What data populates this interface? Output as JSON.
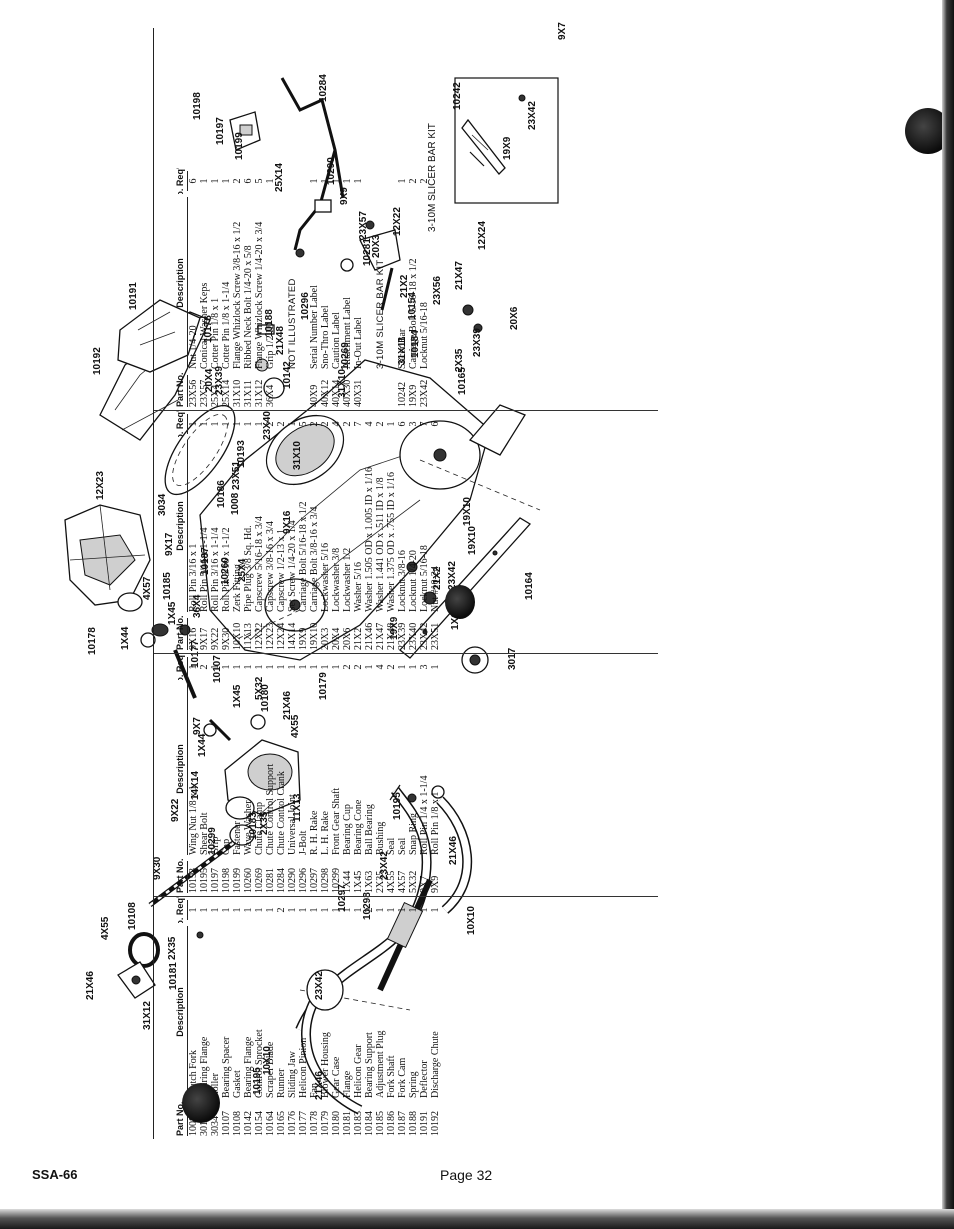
{
  "footer": {
    "doc_id": "SSA-66",
    "page_label": "Page 32"
  },
  "table": {
    "header_part": "Part No.",
    "header_desc": "Description",
    "header_qty": "No. Req'd.",
    "group1": [
      {
        "part": "1008",
        "desc": "Clutch Fork",
        "qty": "1"
      },
      {
        "part": "3017",
        "desc": "Bearing Flange",
        "qty": "1"
      },
      {
        "part": "3034",
        "desc": "Roller",
        "qty": "1"
      },
      {
        "part": "10107",
        "desc": "Bearing Spacer",
        "qty": "1"
      },
      {
        "part": "10108",
        "desc": "Gasket",
        "qty": "1"
      },
      {
        "part": "10142",
        "desc": "Bearing Flange",
        "qty": "1"
      },
      {
        "part": "10154",
        "desc": "Control Sprocket",
        "qty": "1"
      },
      {
        "part": "10164",
        "desc": "Scraper Blade",
        "qty": "1"
      },
      {
        "part": "10165",
        "desc": "Runner",
        "qty": "2"
      },
      {
        "part": "10176",
        "desc": "Sliding Jaw",
        "qty": "1"
      },
      {
        "part": "10177",
        "desc": "Helicon Pinion",
        "qty": "1"
      },
      {
        "part": "10178",
        "desc": "Fan",
        "qty": "1"
      },
      {
        "part": "10179",
        "desc": "Blower Housing",
        "qty": "1"
      },
      {
        "part": "10180",
        "desc": "Gear Case",
        "qty": "1"
      },
      {
        "part": "10181",
        "desc": "Flange",
        "qty": "1"
      },
      {
        "part": "10183",
        "desc": "Helicon Gear",
        "qty": "1"
      },
      {
        "part": "10184",
        "desc": "Bearing Support",
        "qty": "2"
      },
      {
        "part": "10185",
        "desc": "Adjustment Plug",
        "qty": "1"
      },
      {
        "part": "10186",
        "desc": "Fork Shaft",
        "qty": "1"
      },
      {
        "part": "10187",
        "desc": "Fork Cam",
        "qty": "1"
      },
      {
        "part": "10188",
        "desc": "Spring",
        "qty": "1"
      },
      {
        "part": "10191",
        "desc": "Deflector",
        "qty": "1"
      },
      {
        "part": "10192",
        "desc": "Discharge Chute",
        "qty": "1"
      }
    ],
    "group2": [
      {
        "part": "10193",
        "desc": "Wing Nut 1/8 x 1",
        "qty": "1"
      },
      {
        "part": "10195",
        "desc": "Shear Bolt",
        "qty": "2"
      },
      {
        "part": "10197",
        "desc": "Grip",
        "qty": "1"
      },
      {
        "part": "10198",
        "desc": "Cap",
        "qty": "1"
      },
      {
        "part": "10199",
        "desc": "Fastener",
        "qty": "1"
      },
      {
        "part": "10260",
        "desc": "Wave Washer",
        "qty": "1"
      },
      {
        "part": "10269",
        "desc": "Chute Clamp",
        "qty": "1"
      },
      {
        "part": "10281",
        "desc": "Chute Control Support",
        "qty": "1"
      },
      {
        "part": "10284",
        "desc": "Chute Control Crank",
        "qty": "1"
      },
      {
        "part": "10290",
        "desc": "Universal Joint",
        "qty": "1"
      },
      {
        "part": "10296",
        "desc": "J-Bolt",
        "qty": "1"
      },
      {
        "part": "10297",
        "desc": "R. H. Rake",
        "qty": "1"
      },
      {
        "part": "10298",
        "desc": "L. H. Rake",
        "qty": "1"
      },
      {
        "part": "10299",
        "desc": "Front Gear Shaft",
        "qty": "1"
      },
      {
        "part": "1X44",
        "desc": "Bearing Cup",
        "qty": "2"
      },
      {
        "part": "1X45",
        "desc": "Bearing Cone",
        "qty": "2"
      },
      {
        "part": "1X63",
        "desc": "Ball Bearing",
        "qty": "1"
      },
      {
        "part": "2X35",
        "desc": "Bushing",
        "qty": "4"
      },
      {
        "part": "4X55",
        "desc": "Seal",
        "qty": "2"
      },
      {
        "part": "4X57",
        "desc": "Seal",
        "qty": "1"
      },
      {
        "part": "5X32",
        "desc": "Snap Ring",
        "qty": "1"
      },
      {
        "part": "9X7",
        "desc": "Roll Pin 1/4 x 1-1/4",
        "qty": "3"
      },
      {
        "part": "9X9",
        "desc": "Roll Pin 1/8 x 1",
        "qty": "1"
      }
    ],
    "group3": [
      {
        "part": "9X16",
        "desc": "Roll Pin 3/16 x 1",
        "qty": "1"
      },
      {
        "part": "9X17",
        "desc": "Roll Pin 5/16 x 1-1/4",
        "qty": "1"
      },
      {
        "part": "9X22",
        "desc": "Roll Pin 3/16 x 1-1/4",
        "qty": "1"
      },
      {
        "part": "9X30",
        "desc": "Roll Pin 3/16 x 1-1/2",
        "qty": "1"
      },
      {
        "part": "10X10",
        "desc": "Zerk Fitting",
        "qty": "1"
      },
      {
        "part": "11X13",
        "desc": "Pipe Plug 3/8 Sq. Hd.",
        "qty": "1"
      },
      {
        "part": "12X22",
        "desc": "Capscrew 5/16-18 x 3/4",
        "qty": "1"
      },
      {
        "part": "12X23",
        "desc": "Capscrew 3/8-16 x 3/4",
        "qty": "2"
      },
      {
        "part": "12X24",
        "desc": "Capscrew 1/2-13 x 1",
        "qty": "2"
      },
      {
        "part": "14X14",
        "desc": "Set Screw 1/4-20 x 1/4",
        "qty": "1"
      },
      {
        "part": "19X9",
        "desc": "Carriage Bolt 5/16-18 x 1/2",
        "qty": "5"
      },
      {
        "part": "19X10",
        "desc": "Carriage Bolt 3/8-16 x 3/4",
        "qty": "2"
      },
      {
        "part": "20X3",
        "desc": "Lockwasher 5/16",
        "qty": "2"
      },
      {
        "part": "20X4",
        "desc": "Lockwasher 3/8",
        "qty": "4"
      },
      {
        "part": "20X6",
        "desc": "Lockwasher 1/2",
        "qty": "2"
      },
      {
        "part": "21X2",
        "desc": "Washer 5/16",
        "qty": "7"
      },
      {
        "part": "21X46",
        "desc": "Washer 1.505 OD x 1.005 ID x 1/16",
        "qty": "4"
      },
      {
        "part": "21X47",
        "desc": "Washer 1.441 OD x .511 ID x 1/8",
        "qty": "2"
      },
      {
        "part": "21X48",
        "desc": "Washer 1.375 OD x .755 ID x 1/16",
        "qty": "1"
      },
      {
        "part": "23X39",
        "desc": "Locknut 3/8-16",
        "qty": "6"
      },
      {
        "part": "23X40",
        "desc": "Locknut 1/4-20",
        "qty": "3"
      },
      {
        "part": "23X42",
        "desc": "Locknut 5/16-18",
        "qty": "7"
      },
      {
        "part": "23X51",
        "desc": "Nut #10-24",
        "qty": "6"
      }
    ],
    "group4": [
      {
        "part": "23X56",
        "desc": "Nut 1/4-20",
        "qty": "6"
      },
      {
        "part": "23X57",
        "desc": "Conical Washer Keps",
        "qty": "1"
      },
      {
        "part": "25X4",
        "desc": "Cotter Pin 1/8 x 1",
        "qty": "1"
      },
      {
        "part": "25X14",
        "desc": "Cotter Pin 1/8 x 1-1/4",
        "qty": "1"
      },
      {
        "part": "31X10",
        "desc": "Flange Whizlock Screw 3/8-16 x 1/2",
        "qty": "2"
      },
      {
        "part": "31X11",
        "desc": "Ribbed Neck Bolt 1/4-20 x 5/8",
        "qty": "6"
      },
      {
        "part": "31X12",
        "desc": "Flange Whizlock Screw 1/4-20 x 3/4",
        "qty": "5"
      },
      {
        "part": "36X4",
        "desc": "Grip 1/2 ID",
        "qty": "1"
      },
      {
        "part": "",
        "desc": "",
        "qty": ""
      },
      {
        "part": "",
        "desc": "NOT ILLUSTRATED",
        "qty": "",
        "sub": true
      },
      {
        "part": "",
        "desc": "",
        "qty": ""
      },
      {
        "part": "40X9",
        "desc": "Serial Number Label",
        "qty": "1"
      },
      {
        "part": "40X12",
        "desc": "Sno-Thro Label",
        "qty": "1"
      },
      {
        "part": "40X14",
        "desc": "Caution Label",
        "qty": "1"
      },
      {
        "part": "40X30",
        "desc": "Attachment Label",
        "qty": "1"
      },
      {
        "part": "40X31",
        "desc": "In-Out Label",
        "qty": "1"
      },
      {
        "part": "",
        "desc": "",
        "qty": ""
      },
      {
        "part": "",
        "desc": "3-10M SLICER BAR KIT",
        "qty": "",
        "sub": true
      },
      {
        "part": "",
        "desc": "",
        "qty": ""
      },
      {
        "part": "10242",
        "desc": "Slicer Bar",
        "qty": "1"
      },
      {
        "part": "19X9",
        "desc": "Carriage Bolt 5/16-18 x 1/2",
        "qty": "2"
      },
      {
        "part": "23X42",
        "desc": "Locknut 5/16-18",
        "qty": "2"
      }
    ]
  },
  "diagram": {
    "kit_title": "3-10M SLICER BAR KIT",
    "labels": [
      {
        "text": "9X7"
      },
      {
        "text": "10178"
      },
      {
        "text": "1X44"
      },
      {
        "text": "4X57"
      },
      {
        "text": "10185"
      },
      {
        "text": "1X45"
      },
      {
        "text": "36X4"
      },
      {
        "text": "10177"
      },
      {
        "text": "10107"
      },
      {
        "text": "9X7"
      },
      {
        "text": "1X44"
      },
      {
        "text": "1X45"
      },
      {
        "text": "5X32"
      },
      {
        "text": "10180"
      },
      {
        "text": "14X14"
      },
      {
        "text": "21X46"
      },
      {
        "text": "4X55"
      },
      {
        "text": "11X13"
      },
      {
        "text": "9X22"
      },
      {
        "text": "10183"
      },
      {
        "text": "2X35"
      },
      {
        "text": "9X30"
      },
      {
        "text": "10299"
      },
      {
        "text": "10108"
      },
      {
        "text": "2X35"
      },
      {
        "text": "10181"
      },
      {
        "text": "21X46"
      },
      {
        "text": "4X55"
      },
      {
        "text": "31X12"
      },
      {
        "text": "10195"
      },
      {
        "text": "21X46"
      },
      {
        "text": "23X42"
      },
      {
        "text": "10297"
      },
      {
        "text": "10298"
      },
      {
        "text": "23X42"
      },
      {
        "text": "10X10"
      },
      {
        "text": "10195"
      },
      {
        "text": "21X46"
      },
      {
        "text": "10X10"
      },
      {
        "text": "10179"
      },
      {
        "text": "1X63"
      },
      {
        "text": "3017"
      },
      {
        "text": "19X9"
      },
      {
        "text": "21X2"
      },
      {
        "text": "23X42"
      },
      {
        "text": "19X10"
      },
      {
        "text": "10164"
      },
      {
        "text": "10187"
      },
      {
        "text": "10260"
      },
      {
        "text": "25X4"
      },
      {
        "text": "9X17"
      },
      {
        "text": "3034"
      },
      {
        "text": "1008"
      },
      {
        "text": "9X16"
      },
      {
        "text": "31X10"
      },
      {
        "text": "19X10"
      },
      {
        "text": "12X23"
      },
      {
        "text": "10192"
      },
      {
        "text": "10186"
      },
      {
        "text": "23X51"
      },
      {
        "text": "10193"
      },
      {
        "text": "23X40"
      },
      {
        "text": "20X4"
      },
      {
        "text": "23X39"
      },
      {
        "text": "10176"
      },
      {
        "text": "10191"
      },
      {
        "text": "10142"
      },
      {
        "text": "31X10"
      },
      {
        "text": "10269"
      },
      {
        "text": "10188"
      },
      {
        "text": "21X48"
      },
      {
        "text": "10165"
      },
      {
        "text": "2X35"
      },
      {
        "text": "23X39"
      },
      {
        "text": "31X11"
      },
      {
        "text": "10184"
      },
      {
        "text": "10154"
      },
      {
        "text": "10296"
      },
      {
        "text": "23X56"
      },
      {
        "text": "21X47"
      },
      {
        "text": "12X24"
      },
      {
        "text": "20X6"
      },
      {
        "text": "21X2"
      },
      {
        "text": "20X3"
      },
      {
        "text": "12X22"
      },
      {
        "text": "23X57"
      },
      {
        "text": "10281"
      },
      {
        "text": "9X9"
      },
      {
        "text": "25X14"
      },
      {
        "text": "10290"
      },
      {
        "text": "10284"
      },
      {
        "text": "10197"
      },
      {
        "text": "10199"
      },
      {
        "text": "10198"
      },
      {
        "text": "10242"
      },
      {
        "text": "19X9"
      },
      {
        "text": "23X42"
      }
    ]
  }
}
